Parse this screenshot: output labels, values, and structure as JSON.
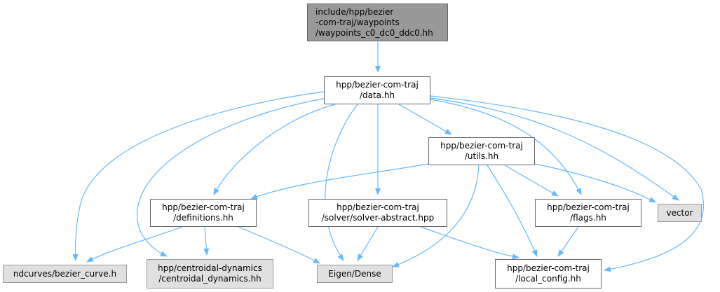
{
  "colors": {
    "edge": "#63b8ff",
    "node_border": "#666666",
    "root_fill": "#999999",
    "external_fill": "#e0e0e0",
    "external_border": "#999999",
    "node_fill": "#ffffff"
  },
  "nodes": [
    {
      "id": "root",
      "kind": "root",
      "lines": [
        "include/hpp/bezier",
        "-com-traj/waypoints",
        "/waypoints_c0_dc0_ddc0.hh"
      ]
    },
    {
      "id": "data",
      "kind": "local",
      "lines": [
        "hpp/bezier-com-traj",
        "/data.hh"
      ]
    },
    {
      "id": "utils",
      "kind": "local",
      "lines": [
        "hpp/bezier-com-traj",
        "/utils.hh"
      ]
    },
    {
      "id": "definitions",
      "kind": "local",
      "lines": [
        "hpp/bezier-com-traj",
        "/definitions.hh"
      ]
    },
    {
      "id": "solver",
      "kind": "local",
      "lines": [
        "hpp/bezier-com-traj",
        "/solver/solver-abstract.hpp"
      ]
    },
    {
      "id": "flags",
      "kind": "local",
      "lines": [
        "hpp/bezier-com-traj",
        "/flags.hh"
      ]
    },
    {
      "id": "vector",
      "kind": "external",
      "lines": [
        "vector"
      ]
    },
    {
      "id": "ndcurves",
      "kind": "external",
      "lines": [
        "ndcurves/bezier_curve.h"
      ]
    },
    {
      "id": "centroidal",
      "kind": "external",
      "lines": [
        "hpp/centroidal-dynamics",
        "/centroidal_dynamics.hh"
      ]
    },
    {
      "id": "eigen",
      "kind": "external",
      "lines": [
        "Eigen/Dense"
      ]
    },
    {
      "id": "localconfig",
      "kind": "local",
      "lines": [
        "hpp/bezier-com-traj",
        "/local_config.hh"
      ]
    }
  ],
  "edges": [
    [
      "root",
      "data"
    ],
    [
      "data",
      "ndcurves"
    ],
    [
      "data",
      "centroidal"
    ],
    [
      "data",
      "definitions"
    ],
    [
      "data",
      "eigen"
    ],
    [
      "data",
      "solver"
    ],
    [
      "data",
      "utils"
    ],
    [
      "data",
      "flags"
    ],
    [
      "data",
      "vector"
    ],
    [
      "data",
      "localconfig"
    ],
    [
      "utils",
      "definitions"
    ],
    [
      "utils",
      "eigen"
    ],
    [
      "utils",
      "localconfig"
    ],
    [
      "utils",
      "flags"
    ],
    [
      "utils",
      "vector"
    ],
    [
      "definitions",
      "ndcurves"
    ],
    [
      "definitions",
      "centroidal"
    ],
    [
      "definitions",
      "eigen"
    ],
    [
      "solver",
      "eigen"
    ],
    [
      "solver",
      "localconfig"
    ],
    [
      "flags",
      "localconfig"
    ]
  ]
}
